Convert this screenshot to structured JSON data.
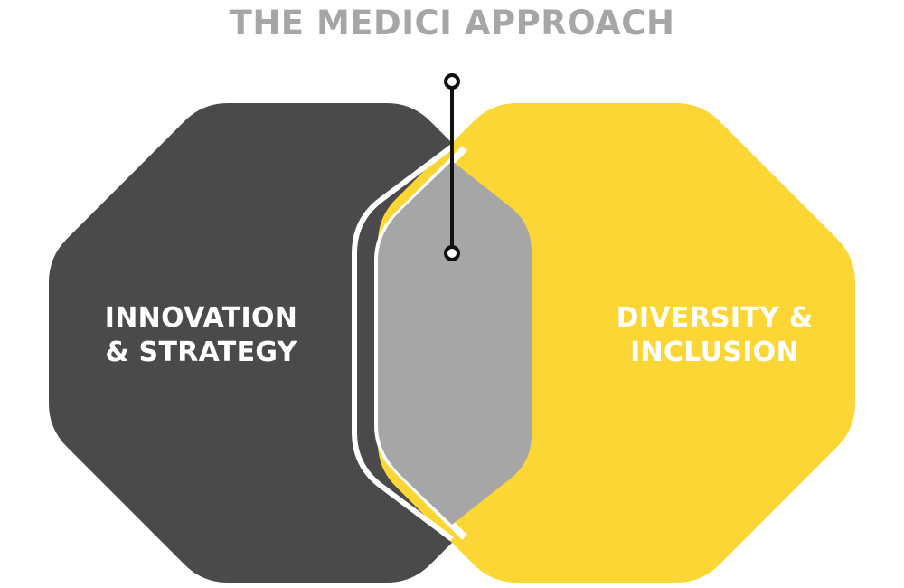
{
  "title": "THE MEDICI APPROACH",
  "colors": {
    "title": "#a6a6a6",
    "left_shape": "#4a4a4a",
    "right_shape": "#fcd635",
    "overlap": "#a6a6a6",
    "connector": "#111111",
    "outline": "#ffffff"
  },
  "left_circle": {
    "line1": "INNOVATION",
    "line2": "& STRATEGY"
  },
  "right_circle": {
    "line1": "DIVERSITY &",
    "line2": "INCLUSION"
  }
}
